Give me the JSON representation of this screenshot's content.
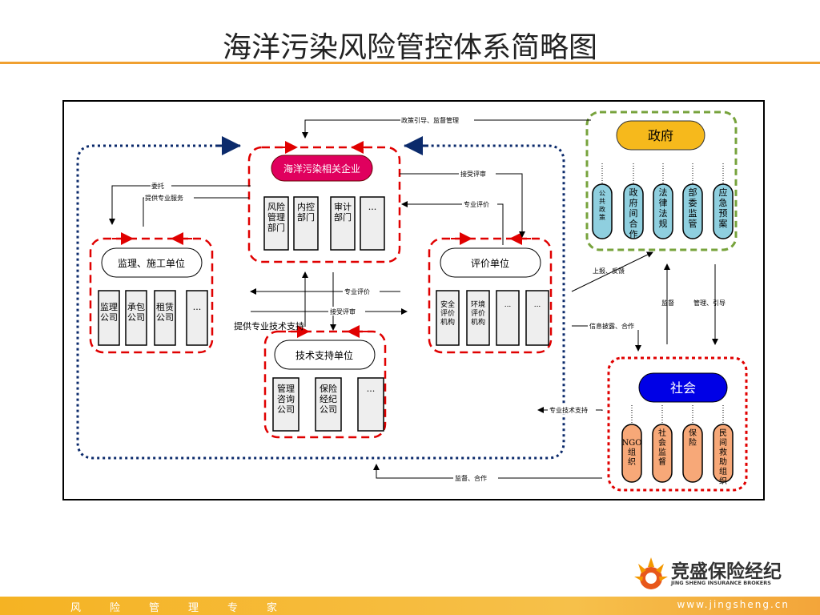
{
  "title": "海洋污染风险管控体系简略图",
  "enterprise": {
    "label": "海洋污染相关企业",
    "depts": [
      "风险管理部门",
      "内控部门",
      "审计部门",
      "..."
    ]
  },
  "supervision": {
    "label": "监理、施工单位",
    "items": [
      "监理公司",
      "承包公司",
      "租赁公司",
      "..."
    ]
  },
  "evaluation": {
    "label": "评价单位",
    "items": [
      "安全评价机构",
      "环境评价机构",
      "...",
      "..."
    ]
  },
  "tech_support": {
    "label": "技术支持单位",
    "items": [
      "管理咨询公司",
      "保险经纪公司",
      "..."
    ]
  },
  "government": {
    "label": "政府",
    "items": [
      "公共政策",
      "政府间合作",
      "法律法规",
      "部委监管",
      "应急预案"
    ]
  },
  "society": {
    "label": "社会",
    "items": [
      "NGO组织",
      "社会监督",
      "保险",
      "民间救助组织"
    ]
  },
  "edges": {
    "policy": "政策引导、监督管理",
    "accept_review_top": "接受评审",
    "professional_eval_top": "专业评价",
    "entrust": "委托",
    "professional_service": "提供专业服务",
    "professional_eval_mid": "专业评价",
    "accept_review_mid": "接受评审",
    "provide_tech": "提供专业技术支持",
    "report_feedback": "上报、反馈",
    "supervise": "监督",
    "manage_guide": "管理、引导",
    "info_disclosure": "信息披露、合作",
    "tech_support_edge": "专业技术支持",
    "supervise_coop": "监督、合作"
  },
  "footer": {
    "slogan": "风险管理专家",
    "url": "www.jingsheng.cn"
  },
  "logo": {
    "cn": "竞盛保险经纪",
    "en": "JING SHENG INSURANCE BROKERS"
  }
}
